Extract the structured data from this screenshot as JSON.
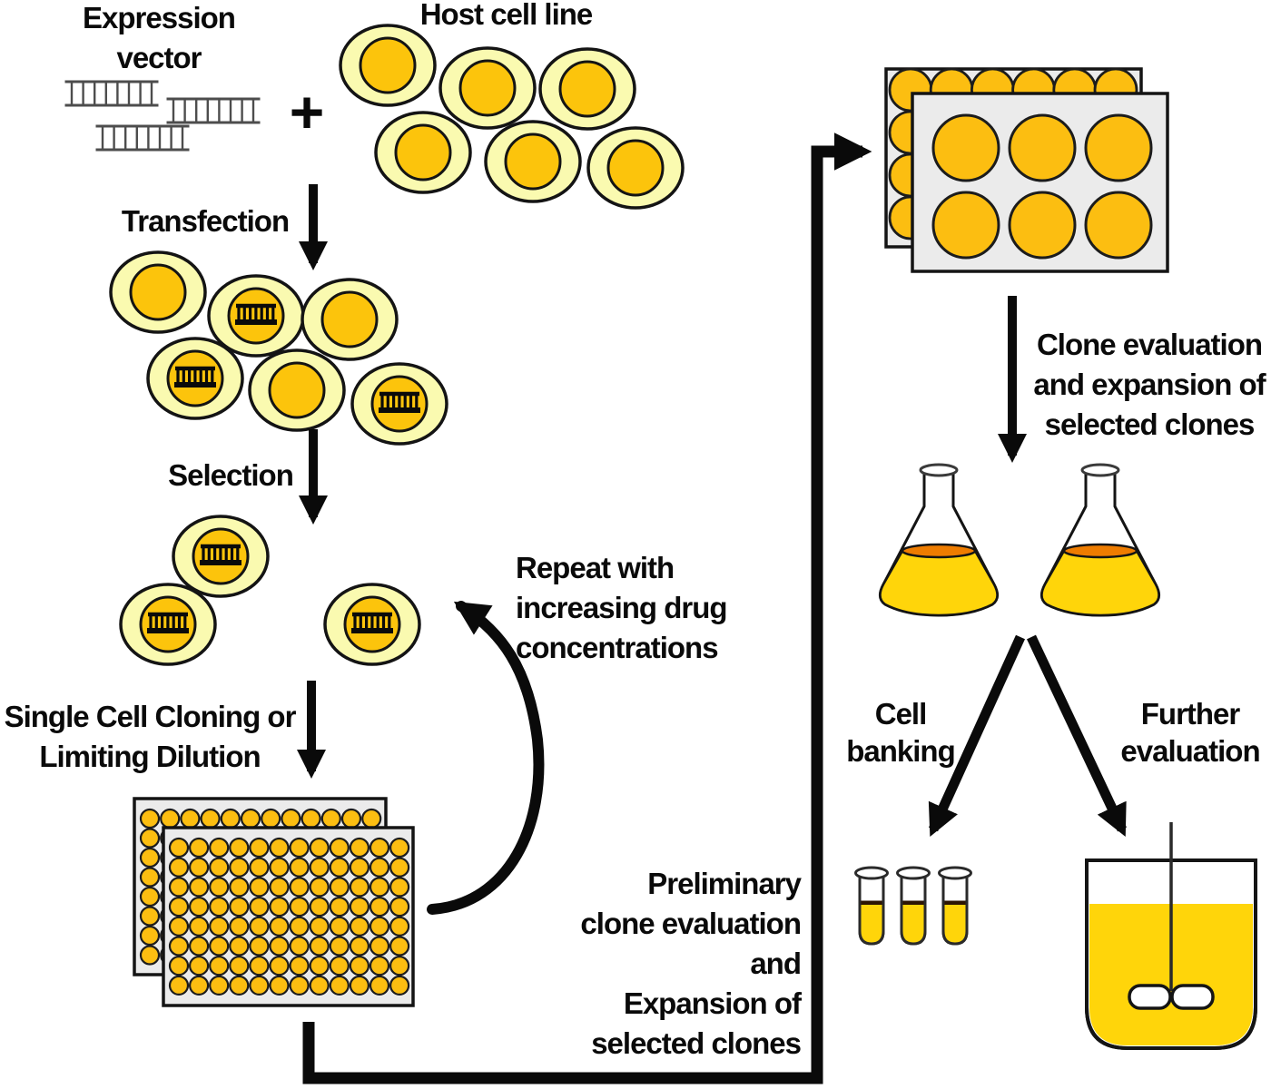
{
  "labels": {
    "expression_vector": [
      "Expression",
      "vector"
    ],
    "plus_sign": "+",
    "host_cell_line": "Host cell line",
    "transfection": "Transfection",
    "selection": "Selection",
    "single_cell_cloning": [
      "Single Cell Cloning or",
      "Limiting Dilution"
    ],
    "repeat": [
      "Repeat with",
      "increasing drug",
      "concentrations"
    ],
    "preliminary": [
      "Preliminary",
      "clone evaluation",
      "and",
      "Expansion of",
      "selected clones"
    ],
    "clone_evaluation": [
      "Clone evaluation",
      "and expansion of",
      "selected clones"
    ],
    "cell_banking": [
      "Cell",
      "banking"
    ],
    "further_evaluation": [
      "Further",
      "evaluation"
    ]
  },
  "colors": {
    "cell_body": "#FAFAB0",
    "cell_nucleus": "#FCC40C",
    "well": "#FCBE11",
    "plate_bg": "#EBEBEB",
    "liquid": "#FFD50A",
    "meniscus": "#EE7C00",
    "tube_meniscus": "#2D1503",
    "ladder": "#4D4D4D",
    "outline": "#141414",
    "text": "#0A0A0A"
  }
}
